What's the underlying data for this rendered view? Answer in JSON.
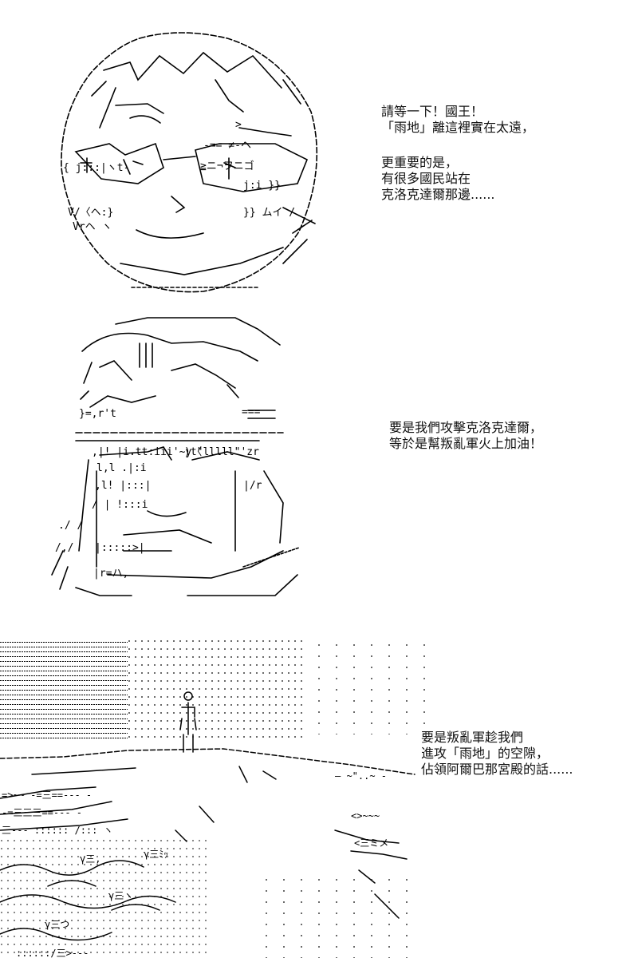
{
  "panels": [
    {
      "art": "ascii-art-character-face-glasses",
      "dialogue": [
        {
          "lines": [
            "請等一下！國王！",
            "「雨地」離這裡實在太遠，"
          ]
        },
        {
          "lines": [
            "更重要的是，",
            "有很多國民站在",
            "克洛克達爾那邊......"
          ]
        }
      ]
    },
    {
      "art": "ascii-art-king-with-crown",
      "dialogue": [
        {
          "lines": [
            "要是我們攻擊克洛克達爾，",
            "等於是幫叛亂軍火上加油！"
          ]
        }
      ]
    },
    {
      "art": "ascii-art-figure-on-hill-landscape",
      "dialogue": [
        {
          "lines": [
            "要是叛亂軍趁我們",
            "進攻「雨地」的空隙，",
            "佔領阿爾巴那宮殿的話......"
          ]
        }
      ]
    }
  ]
}
